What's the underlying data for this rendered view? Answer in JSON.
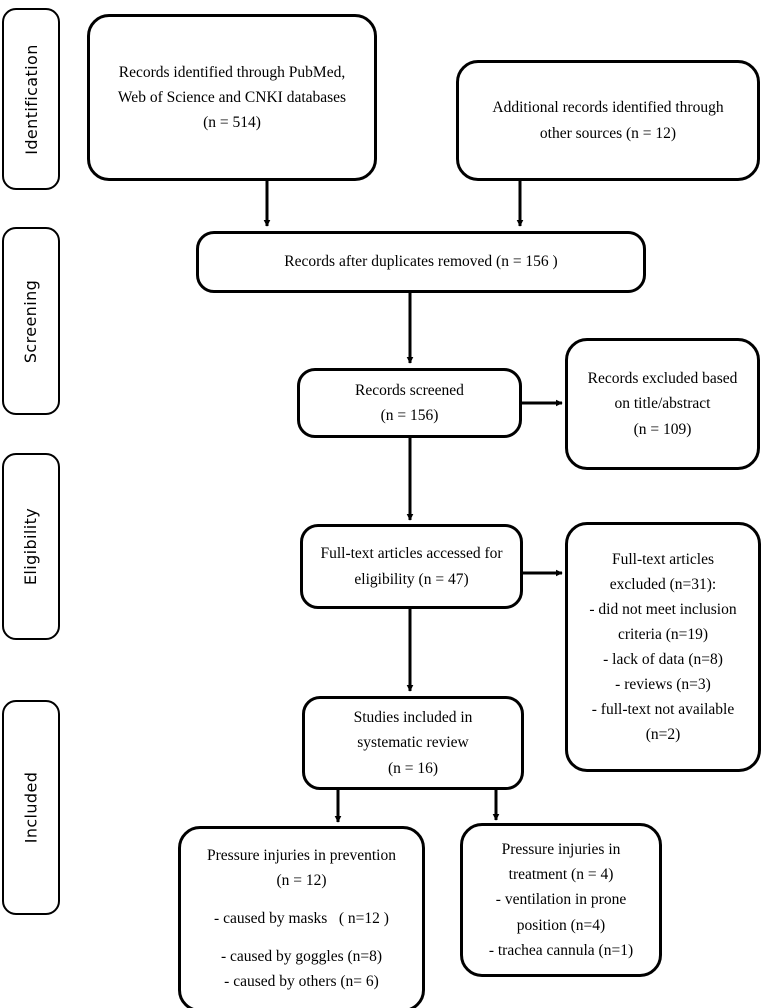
{
  "diagram": {
    "title": "PRISMA study selection flow diagram",
    "type": "prisma-flowchart",
    "colors": {
      "stroke": "#000000",
      "background": "#ffffff",
      "text": "#000000"
    }
  },
  "stages": [
    {
      "id": "identification",
      "label": "Identification"
    },
    {
      "id": "screening",
      "label": "Screening"
    },
    {
      "id": "eligibility",
      "label": "Eligibility"
    },
    {
      "id": "included",
      "label": "Included"
    }
  ],
  "boxes": {
    "records_identified": {
      "line1": "Records identified through PubMed,",
      "line2": "Web of Science and CNKI databases",
      "line3": "(n = 514)"
    },
    "additional_records": {
      "line1": "Additional records identified through",
      "line2": "other sources (n = 12)"
    },
    "duplicates_removed": {
      "line1": "Records after duplicates removed (n = 156 )"
    },
    "records_screened": {
      "line1": "Records screened",
      "line2": "(n = 156)"
    },
    "records_excluded": {
      "line1": "Records excluded based",
      "line2": "on title/abstract",
      "line3": "(n = 109)"
    },
    "fulltext_assessed": {
      "line1": "Full-text articles accessed for",
      "line2": "eligibility (n = 47)"
    },
    "fulltext_excluded": {
      "line1": "Full-text articles",
      "line2": "excluded (n=31):",
      "line3": "- did not meet inclusion",
      "line4": "criteria (n=19)",
      "line5": "- lack of data (n=8)",
      "line6": "- reviews (n=3)",
      "line7": "- full-text not available",
      "line8": "(n=2)"
    },
    "studies_included": {
      "line1": "Studies included in",
      "line2": "systematic review",
      "line3": "(n = 16)"
    },
    "prevention": {
      "line1": "Pressure injuries in prevention",
      "line2": "(n = 12)",
      "line3": "- caused by masks   ( n=12 )",
      "line4": "- caused by goggles (n=8)",
      "line5": "- caused by others (n= 6)"
    },
    "treatment": {
      "line1": "Pressure injuries in",
      "line2": "treatment (n = 4)",
      "line3": "- ventilation in prone",
      "line4": "position (n=4)",
      "line5": "- trachea cannula (n=1)"
    }
  },
  "chart_data": {
    "type": "table",
    "title": "PRISMA flow counts",
    "nodes": [
      {
        "stage": "Identification",
        "name": "Records identified through PubMed, Web of Science and CNKI databases",
        "n": 514
      },
      {
        "stage": "Identification",
        "name": "Additional records identified through other sources",
        "n": 12
      },
      {
        "stage": "Screening",
        "name": "Records after duplicates removed",
        "n": 156
      },
      {
        "stage": "Screening",
        "name": "Records screened",
        "n": 156
      },
      {
        "stage": "Screening",
        "name": "Records excluded based on title/abstract",
        "n": 109
      },
      {
        "stage": "Eligibility",
        "name": "Full-text articles accessed for eligibility",
        "n": 47
      },
      {
        "stage": "Eligibility",
        "name": "Full-text articles excluded",
        "n": 31
      },
      {
        "stage": "Eligibility",
        "name": "did not meet inclusion criteria",
        "n": 19
      },
      {
        "stage": "Eligibility",
        "name": "lack of data",
        "n": 8
      },
      {
        "stage": "Eligibility",
        "name": "reviews",
        "n": 3
      },
      {
        "stage": "Eligibility",
        "name": "full-text not available",
        "n": 2
      },
      {
        "stage": "Included",
        "name": "Studies included in systematic review",
        "n": 16
      },
      {
        "stage": "Included",
        "name": "Pressure injuries in prevention",
        "n": 12
      },
      {
        "stage": "Included",
        "name": "caused by masks",
        "n": 12
      },
      {
        "stage": "Included",
        "name": "caused by goggles",
        "n": 8
      },
      {
        "stage": "Included",
        "name": "caused by others",
        "n": 6
      },
      {
        "stage": "Included",
        "name": "Pressure injuries in treatment",
        "n": 4
      },
      {
        "stage": "Included",
        "name": "ventilation in prone position",
        "n": 4
      },
      {
        "stage": "Included",
        "name": "trachea cannula",
        "n": 1
      }
    ]
  }
}
